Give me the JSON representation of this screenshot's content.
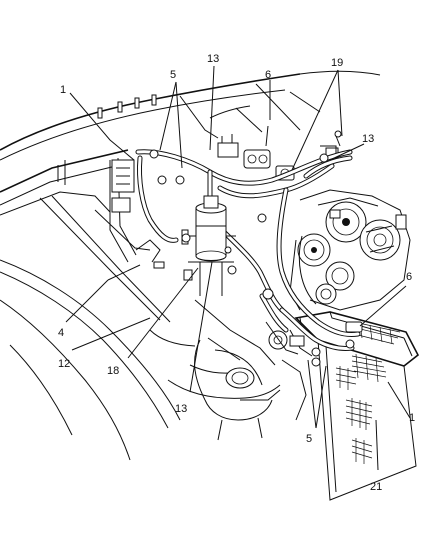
{
  "callouts": {
    "c1_top": "1",
    "c5_top": "5",
    "c13_top": "13",
    "c6_top": "6",
    "c19": "19",
    "c13_right": "13",
    "c6_right": "6",
    "c1_right": "1",
    "c4": "4",
    "c12": "12",
    "c18": "18",
    "c13_bottom": "13",
    "c5_bottom": "5",
    "c21": "21"
  }
}
